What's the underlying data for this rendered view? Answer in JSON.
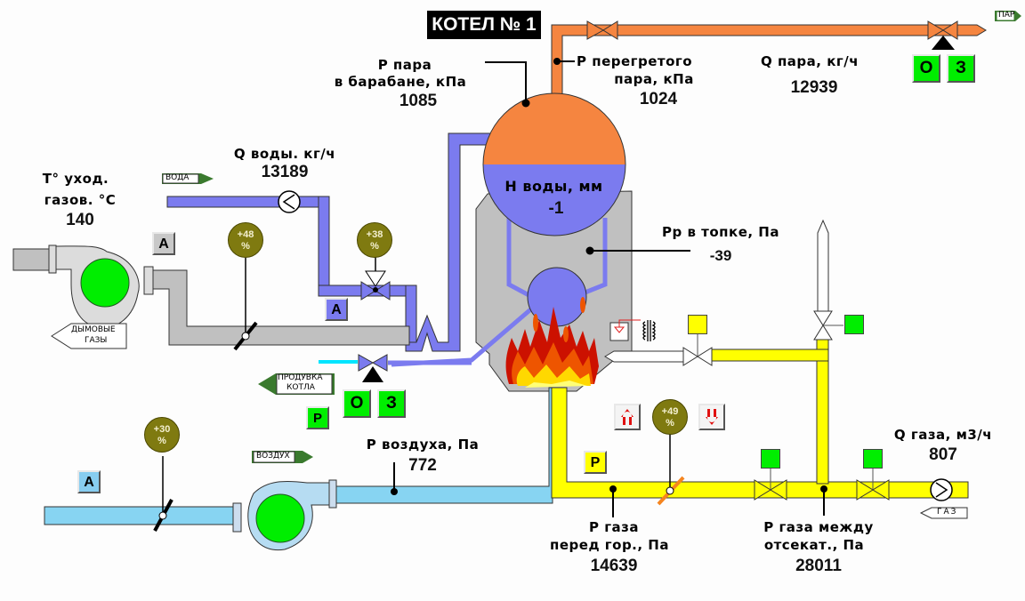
{
  "title": "КОТЕЛ № 1",
  "colors": {
    "steam": "#f58540",
    "water": "#7b7bef",
    "flue_gas": "#c0c0c0",
    "air": "#87d4f2",
    "gas": "#ffff00",
    "active_green": "#00ee00",
    "gauge_olive": "#7f7a10",
    "tag_green": "#3a7a2e"
  },
  "readings": {
    "drum_steam_pressure": {
      "label_line1": "P  пара",
      "label_line2": "в барабане, кПа",
      "value": "1085"
    },
    "superheated_steam_pressure": {
      "label_line1": "P  перегретого",
      "label_line2": "пара, кПа",
      "value": "1024"
    },
    "steam_flow": {
      "label": "Q пара, кг/ч",
      "value": "12939"
    },
    "water_flow": {
      "label": "Q воды. кг/ч",
      "value": "13189"
    },
    "flue_gas_temp": {
      "label_line1": "T° уход.",
      "label_line2": "газов. °C",
      "value": "140"
    },
    "drum_water_level": {
      "label": "H  воды, мм",
      "value": "-1"
    },
    "furnace_pressure": {
      "label": "Pp в топке, Па",
      "value": "-39"
    },
    "air_pressure": {
      "label": "P  воздуха, Па",
      "value": "772"
    },
    "gas_pressure_burner": {
      "label_line1": "P  газа",
      "label_line2": "перед гор., Па",
      "value": "14639"
    },
    "gas_pressure_between": {
      "label_line1": "P  газа между",
      "label_line2": "отсекат., Па",
      "value": "28011"
    },
    "gas_flow": {
      "label": "Q газа, м3/ч",
      "value": "807"
    }
  },
  "gauges": {
    "flue_damper": {
      "value": "+48",
      "unit": "%"
    },
    "water_valve": {
      "value": "+38",
      "unit": "%"
    },
    "air_damper": {
      "value": "+30",
      "unit": "%"
    },
    "gas_valve": {
      "value": "+49",
      "unit": "%"
    }
  },
  "buttons": {
    "steam_open": "О",
    "steam_close": "З",
    "blowdown_open": "О",
    "blowdown_close": "З",
    "blowdown_mode": "Р",
    "flue_mode": "А",
    "water_mode": "А",
    "air_mode": "А",
    "gas_mode": "Р"
  },
  "tags": {
    "steam": "ПАР",
    "water": "ВОДА",
    "flue_gases_line1": "ДЫМОВЫЕ",
    "flue_gases_line2": "ГАЗЫ",
    "blowdown_line1": "ПРОДУВКА",
    "blowdown_line2": "КОТЛА",
    "air": "ВОЗДУХ",
    "gas": "ГАЗ"
  }
}
